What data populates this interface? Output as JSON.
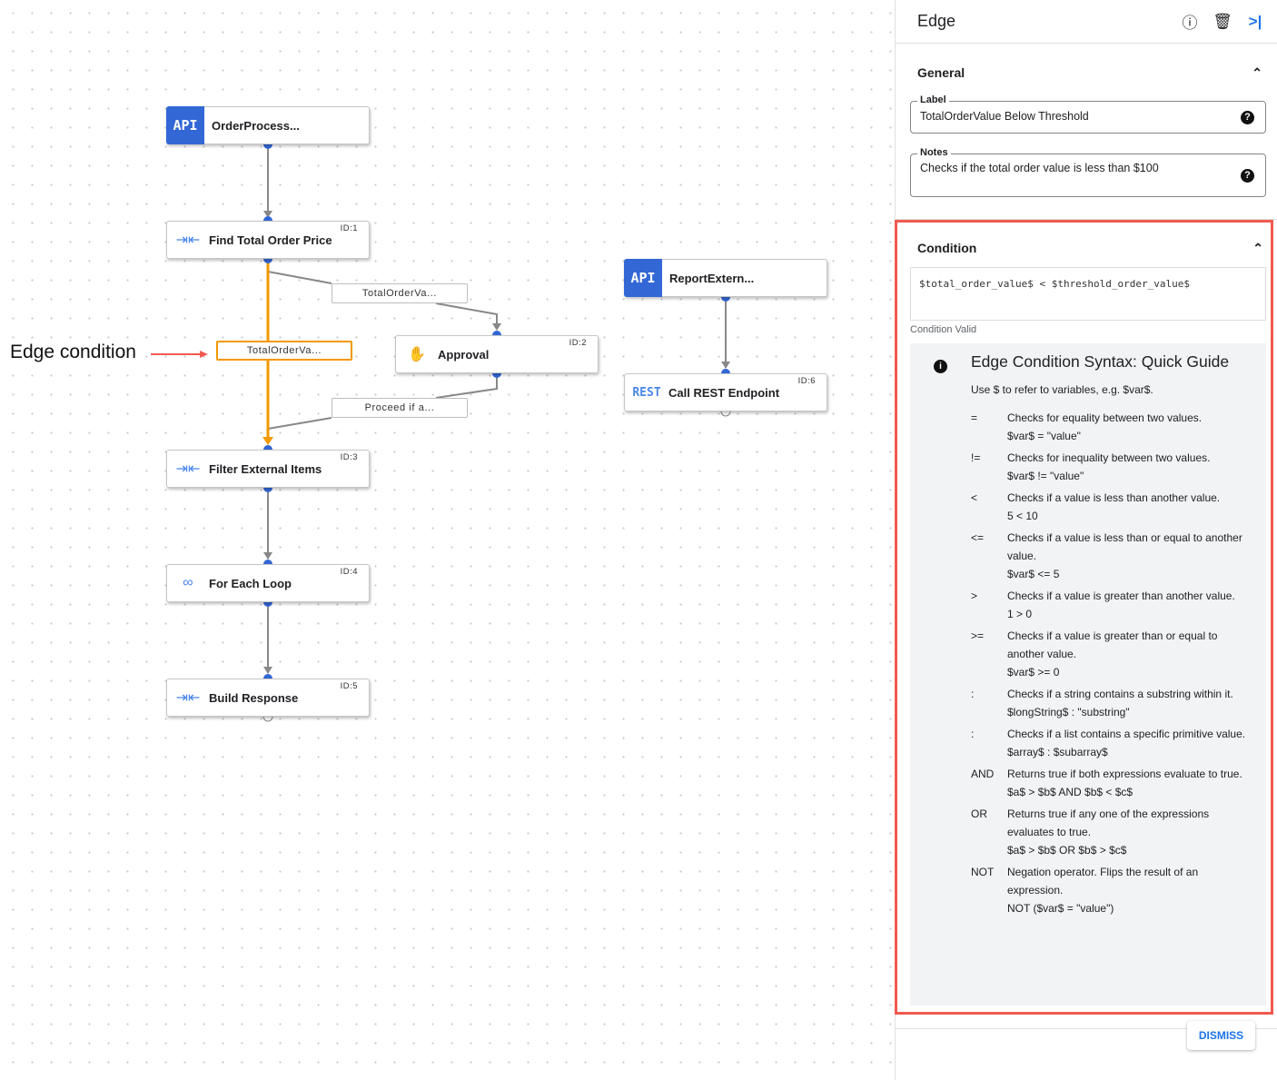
{
  "canvas": {
    "annotation": "Edge condition",
    "nodes": [
      {
        "title": "OrderProcess...",
        "badge": "API",
        "id": ""
      },
      {
        "title": "Find Total Order Price",
        "id": "ID:1",
        "icon": "merge-arrows-icon"
      },
      {
        "title": "Approval",
        "id": "ID:2",
        "icon": "hand-icon"
      },
      {
        "title": "Filter External Items",
        "id": "ID:3",
        "icon": "merge-arrows-icon"
      },
      {
        "title": "For Each Loop",
        "id": "ID:4",
        "icon": "infinity-loop-icon"
      },
      {
        "title": "Build Response",
        "id": "ID:5",
        "icon": "merge-arrows-icon"
      },
      {
        "title": "ReportExtern...",
        "badge": "API",
        "id": ""
      },
      {
        "title": "Call REST Endpoint",
        "id": "ID:6",
        "badge": "REST"
      }
    ],
    "edge_labels": [
      "TotalOrderVa...",
      "TotalOrderVa...",
      "Proceed if a..."
    ],
    "colors": {
      "selected_edge": "#f29900",
      "port": "#3367d6",
      "annotation_arrow": "#f05a4f"
    }
  },
  "panel": {
    "title": "Edge",
    "general": {
      "title": "General",
      "label_legend": "Label",
      "label_value": "TotalOrderValue Below Threshold",
      "notes_legend": "Notes",
      "notes_value": "Checks if the total order value is less than $100"
    },
    "condition": {
      "title": "Condition",
      "value": "$total_order_value$ < $threshold_order_value$",
      "status": "Condition Valid"
    },
    "guide": {
      "title": "Edge Condition Syntax: Quick Guide",
      "subtitle": "Use $ to refer to variables, e.g. $var$.",
      "rows": [
        {
          "op": "=",
          "desc": "Checks for equality between two values.",
          "ex": "$var$ = \"value\""
        },
        {
          "op": "!=",
          "desc": "Checks for inequality between two values.",
          "ex": "$var$ != \"value\""
        },
        {
          "op": "<",
          "desc": "Checks if a value is less than another value.",
          "ex": "5 < 10"
        },
        {
          "op": "<=",
          "desc": "Checks if a value is less than or equal to another value.",
          "ex": "$var$ <= 5"
        },
        {
          "op": ">",
          "desc": "Checks if a value is greater than another value.",
          "ex": "1 > 0"
        },
        {
          "op": ">=",
          "desc": "Checks if a value is greater than or equal to another value.",
          "ex": "$var$ >= 0"
        },
        {
          "op": ":",
          "desc": "Checks if a string contains a substring within it.",
          "ex": "$longString$ : \"substring\""
        },
        {
          "op": ":",
          "desc": "Checks if a list contains a specific primitive value.",
          "ex": "$array$ : $subarray$"
        },
        {
          "op": "AND",
          "desc": "Returns true if both expressions evaluate to true.",
          "ex": "$a$ > $b$ AND $b$ < $c$"
        },
        {
          "op": "OR",
          "desc": "Returns true if any one of the expressions evaluates to true.",
          "ex": "$a$ > $b$ OR $b$ > $c$"
        },
        {
          "op": "NOT",
          "desc": "Negation operator. Flips the result of an expression.",
          "ex": "NOT ($var$ = \"value\")"
        }
      ]
    },
    "dismiss": "DISMISS"
  }
}
